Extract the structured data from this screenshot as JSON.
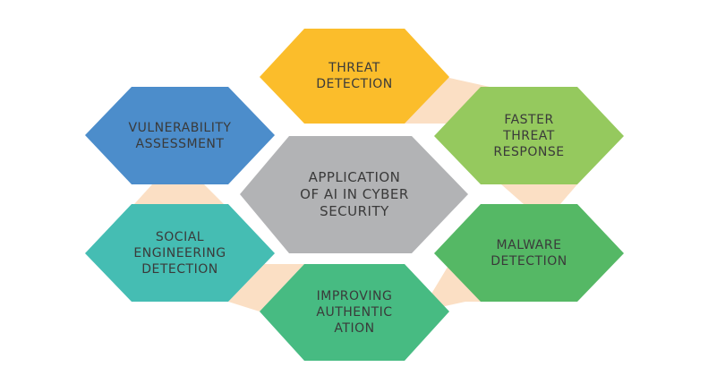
{
  "diagram": {
    "type": "hexagon-cluster",
    "center": {
      "id": "center",
      "label": "APPLICATION\nOF AI IN CYBER\nSECURITY",
      "color": "#B2B3B5"
    },
    "nodes": [
      {
        "id": "threat-detection",
        "label": "THREAT\nDETECTION",
        "color": "#FBBD2B",
        "position": "top"
      },
      {
        "id": "faster-threat-response",
        "label": "FASTER\nTHREAT\nRESPONSE",
        "color": "#95C95E",
        "position": "upper-right"
      },
      {
        "id": "malware-detection",
        "label": "MALWARE\nDETECTION",
        "color": "#55B865",
        "position": "lower-right"
      },
      {
        "id": "improving-authentication",
        "label": "IMPROVING\nAUTHENTIC\nATION",
        "color": "#47BB82",
        "position": "bottom"
      },
      {
        "id": "social-engineering-detection",
        "label": "SOCIAL\nENGINEERING\nDETECTION",
        "color": "#45BDB3",
        "position": "lower-left"
      },
      {
        "id": "vulnerability-assessment",
        "label": "VULNERABILITY\nASSESSMENT",
        "color": "#4C8DCB",
        "position": "upper-left"
      }
    ],
    "connector_color": "#FBDFC4",
    "text_color": "#3A3A3A",
    "background": "#FFFFFF"
  }
}
